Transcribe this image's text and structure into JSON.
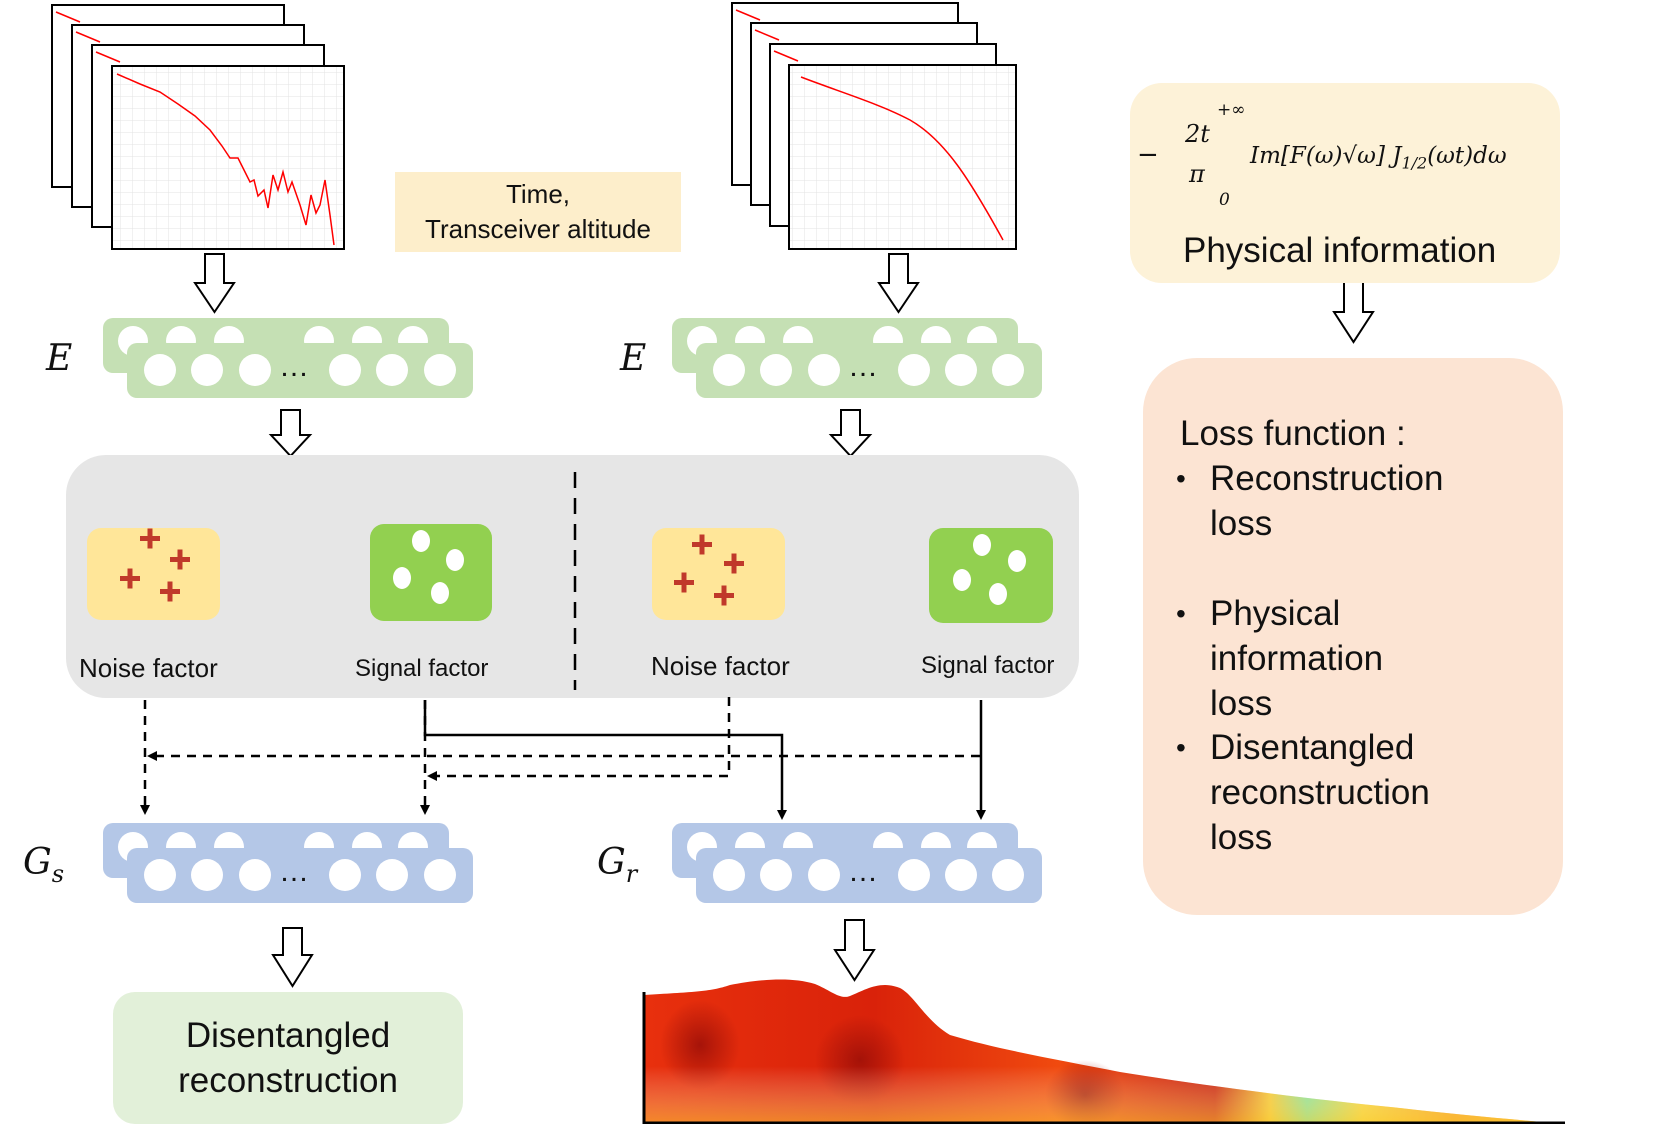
{
  "context": {
    "line1": "Time,",
    "line2": "Transceiver altitude"
  },
  "encoder_label": "E",
  "generator_s": {
    "main": "G",
    "sub": "s"
  },
  "generator_r": {
    "main": "G",
    "sub": "r"
  },
  "ellipsis": "…",
  "latent": {
    "noise_label": "Noise factor",
    "signal_label": "Signal factor"
  },
  "physical": {
    "formula_prefix": "−",
    "frac_num": "2t",
    "frac_den": "π",
    "upper_limit": "+∞",
    "lower_limit": "0",
    "integrand": "Im[F(ω)√ω] J",
    "bessel_sub": "1/2",
    "integrand_tail": "(ωt)dω",
    "caption": "Physical information"
  },
  "loss": {
    "title": "Loss function :",
    "items": [
      "Reconstruction\nloss",
      "Physical\ninformation loss",
      "Disentangled\nreconstruction loss"
    ]
  },
  "output": {
    "line1": "Disentangled",
    "line2": "reconstruction"
  },
  "colors": {
    "encoder": "#c5e0b4",
    "generator": "#b4c7e7",
    "noise": "#ffe699",
    "signal": "#92d050",
    "cross": "#c0392b",
    "latent_bg": "#e6e6e6",
    "curve": "#ff0000"
  }
}
